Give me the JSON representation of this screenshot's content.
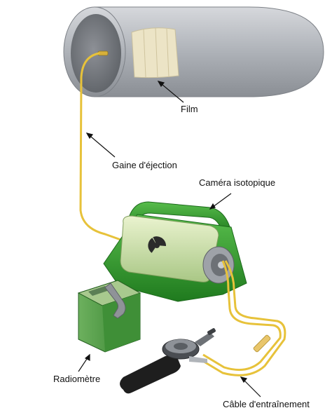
{
  "labels": {
    "film": "Film",
    "guide_tube": "Gaine d'éjection",
    "camera": "Caméra isotopique",
    "survey_meter": "Radiomètre",
    "drive_cable": "Câble d'entraînement"
  },
  "colors": {
    "pipe": "#bcbfc4",
    "pipe_dark": "#8e9298",
    "film": "#e9e1c3",
    "cable": "#e7c23a",
    "camera_green": "#2f9a2c",
    "camera_light": "#c9e0a4",
    "meter_green": "#3f8f37",
    "radiation_symbol": "#2b2b2b",
    "crank_handle": "#1e1e1e"
  },
  "icons": {
    "radiation": "radiation-trefoil-icon",
    "meter_display": "digital-display-icon"
  }
}
